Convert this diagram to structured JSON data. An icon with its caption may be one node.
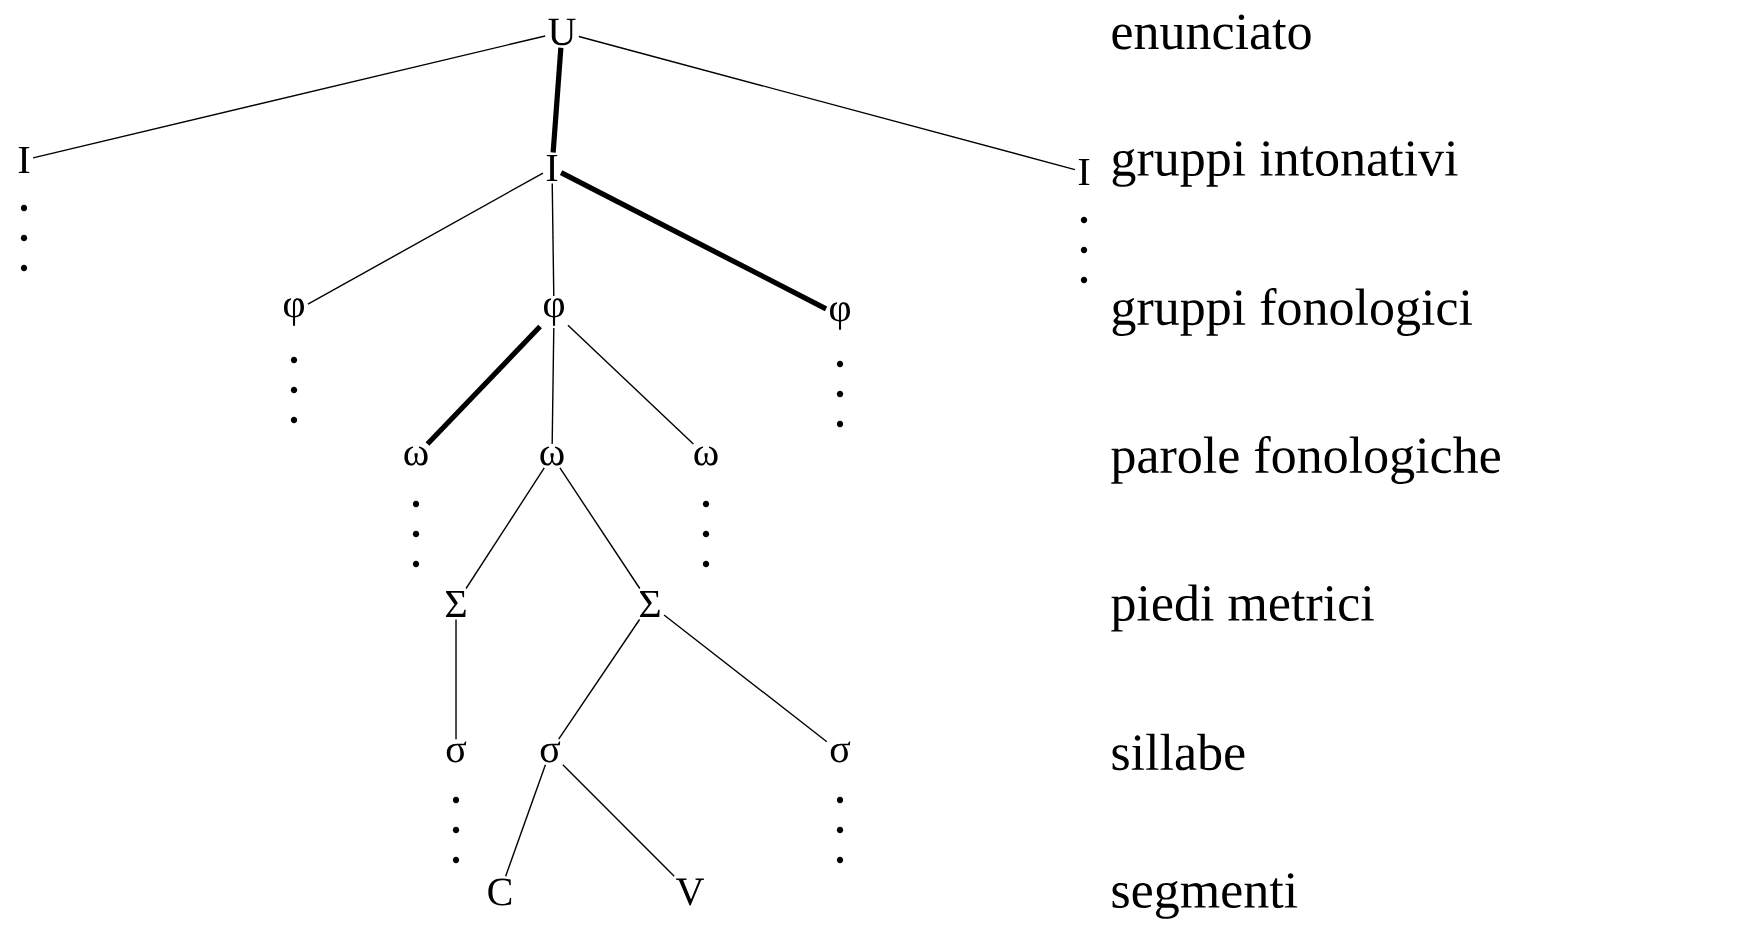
{
  "diagram": {
    "nodes": [
      {
        "text": [
          "U"
        ]
      },
      {
        "text": [
          "I"
        ]
      },
      {
        "text": [
          "I"
        ]
      },
      {
        "text": [
          "I"
        ]
      },
      {
        "text": [
          "φ"
        ]
      },
      {
        "text": [
          "φ"
        ]
      },
      {
        "text": [
          "φ"
        ]
      },
      {
        "text": [
          "ω"
        ]
      },
      {
        "text": [
          "ω"
        ]
      },
      {
        "text": [
          "ω"
        ]
      },
      {
        "text": [
          "Σ"
        ]
      },
      {
        "text": [
          "Σ"
        ]
      },
      {
        "text": [
          "σ"
        ]
      },
      {
        "text": [
          "σ"
        ]
      },
      {
        "text": [
          "σ"
        ]
      },
      {
        "text": [
          "C"
        ]
      },
      {
        "text": [
          "V"
        ]
      }
    ],
    "edges": [
      {
        "from": 0,
        "to": 1,
        "arrow": "none"
      },
      {
        "from": 0,
        "to": 2,
        "arrow": "none",
        "style": "thick"
      },
      {
        "from": 0,
        "to": 3,
        "arrow": "none"
      },
      {
        "from": 2,
        "to": 4,
        "arrow": "none"
      },
      {
        "from": 2,
        "to": 5,
        "arrow": "none"
      },
      {
        "from": 2,
        "to": 6,
        "arrow": "none",
        "style": "thick"
      },
      {
        "from": 5,
        "to": 7,
        "arrow": "none",
        "style": "thick"
      },
      {
        "from": 5,
        "to": 8,
        "arrow": "none"
      },
      {
        "from": 5,
        "to": 9,
        "arrow": "none"
      },
      {
        "from": 8,
        "to": 10,
        "arrow": "none"
      },
      {
        "from": 8,
        "to": 11,
        "arrow": "none"
      },
      {
        "from": 10,
        "to": 12,
        "arrow": "none"
      },
      {
        "from": 11,
        "to": 13,
        "arrow": "none"
      },
      {
        "from": 11,
        "to": 14,
        "arrow": "none"
      },
      {
        "from": 13,
        "to": 15,
        "arrow": "none"
      },
      {
        "from": 13,
        "to": 16,
        "arrow": "none"
      }
    ],
    "labels": [
      "enunciato",
      "gruppi intonativi",
      "gruppi fonologici",
      "parole fonologiche",
      "piedi metrici",
      "sillabe",
      "segmenti"
    ]
  }
}
